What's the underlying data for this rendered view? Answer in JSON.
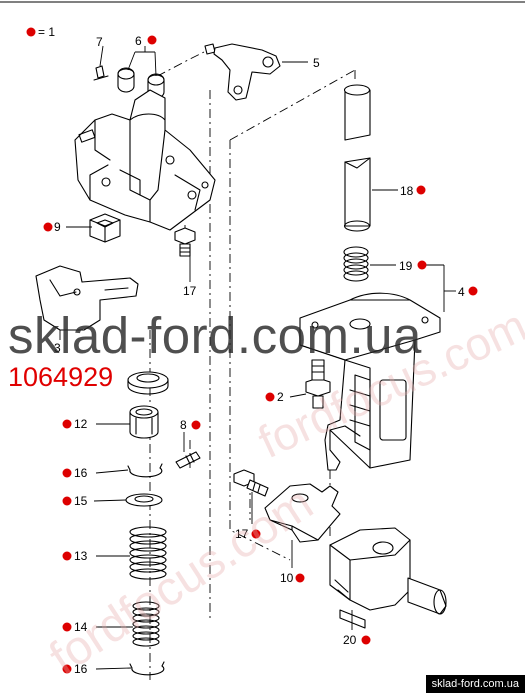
{
  "legend": {
    "bullet_meaning": "= 1"
  },
  "callouts": [
    {
      "number": "7",
      "bullet": false
    },
    {
      "number": "6",
      "bullet": true
    },
    {
      "number": "5",
      "bullet": false
    },
    {
      "number": "18",
      "bullet": true
    },
    {
      "number": "9",
      "bullet": true
    },
    {
      "number": "17",
      "bullet": false
    },
    {
      "number": "19",
      "bullet": true
    },
    {
      "number": "4",
      "bullet": true
    },
    {
      "number": "3",
      "bullet": false
    },
    {
      "number": "2",
      "bullet": true
    },
    {
      "number": "12",
      "bullet": true
    },
    {
      "number": "8",
      "bullet": true
    },
    {
      "number": "16",
      "bullet": true
    },
    {
      "number": "15",
      "bullet": true
    },
    {
      "number": "17",
      "bullet": true
    },
    {
      "number": "13",
      "bullet": true
    },
    {
      "number": "10",
      "bullet": true
    },
    {
      "number": "14",
      "bullet": true
    },
    {
      "number": "20",
      "bullet": true
    },
    {
      "number": "16",
      "bullet": true
    }
  ],
  "watermark": {
    "site": "sklad-ford.com.ua",
    "part_code": "1064929",
    "diagonal_a": "fordfocus.com",
    "diagonal_b": "fordfocus.com.ua",
    "footer": "sklad-ford.com.ua"
  }
}
